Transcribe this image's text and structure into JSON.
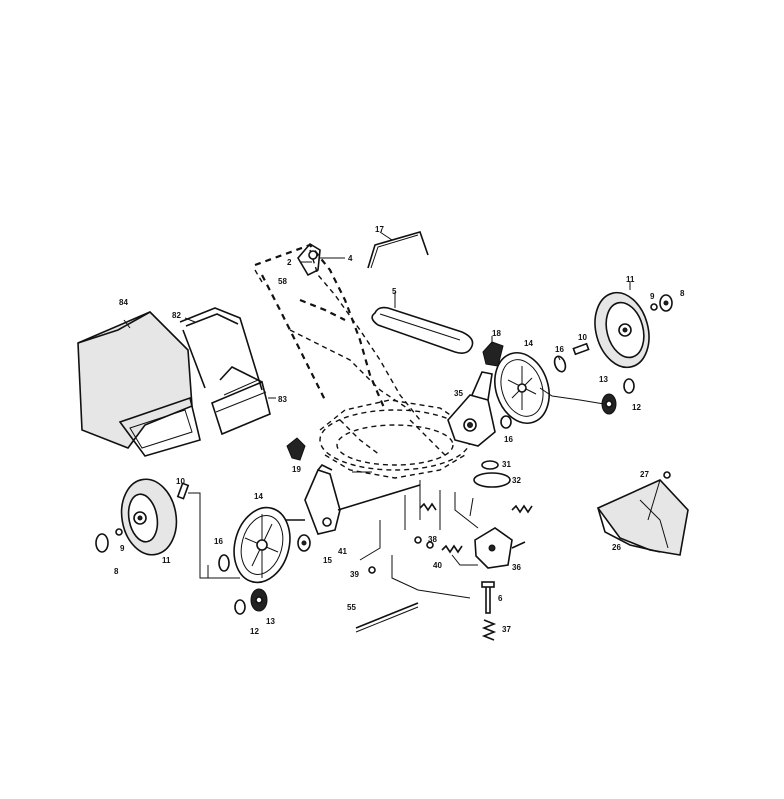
{
  "diagram": {
    "callouts": {
      "c84": "84",
      "c82": "82",
      "c83": "83",
      "c17": "17",
      "c2": "2",
      "c4": "4",
      "c58": "58",
      "c5": "5",
      "c18": "18",
      "c14_top": "14",
      "c16_top": "16",
      "c10_top": "10",
      "c11_top": "11",
      "c9_top": "9",
      "c8_top": "8",
      "c35": "35",
      "c16_mid": "16",
      "c13_top": "13",
      "c12_top": "12",
      "c19": "19",
      "c31": "31",
      "c32": "32",
      "c27": "27",
      "c26": "26",
      "c10_left": "10",
      "c14_left": "14",
      "c16_left": "16",
      "c9_left": "9",
      "c8_left": "8",
      "c11_left": "11",
      "c15": "15",
      "c41": "41",
      "c38": "38",
      "c39": "39",
      "c40": "40",
      "c36": "36",
      "c6": "6",
      "c37": "37",
      "c55": "55",
      "c13_bottom": "13",
      "c12_bottom": "12"
    }
  }
}
